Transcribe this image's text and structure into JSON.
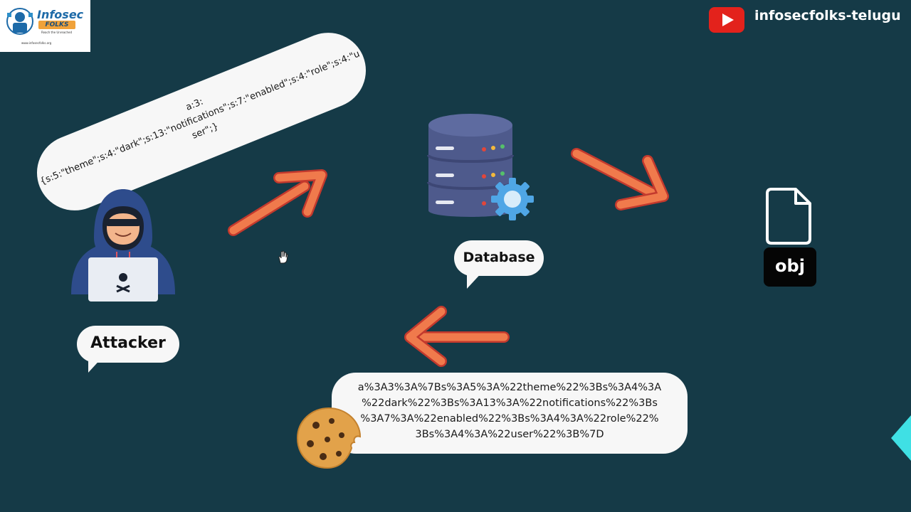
{
  "brand": {
    "logo_title": "Infosec",
    "logo_sub": "FOLKS",
    "logo_tagline": "Reach the Unreached",
    "logo_url": "www.infosecfolks.org",
    "channel_name": "infosecfolks-telugu"
  },
  "diagram": {
    "serialized_bubble": {
      "line1": "a:3:",
      "line2": "{s:5:\"theme\";s:4:\"dark\";s:13:\"notifications\";s:7:\"enabled\";s:4:\"role\";s:4:\"u",
      "line3": "ser\";}"
    },
    "attacker_label": "Attacker",
    "database_label": "Database",
    "file_label": "obj",
    "cookie_bubble": {
      "lines": [
        "a%3A3%3A%7Bs%3A5%3A%22theme%22%3Bs%3A4%3A",
        "%22dark%22%3Bs%3A13%3A%22notifications%22%3Bs",
        "%3A7%3A%22enabled%22%3Bs%3A4%3A%22role%22%",
        "3Bs%3A4%3A%22user%22%3B%7D"
      ]
    },
    "icons": [
      "hacker-icon",
      "database-icon",
      "gear-icon",
      "file-icon",
      "cookie-icon",
      "arrow-icon",
      "youtube-icon"
    ],
    "colors": {
      "background": "#153a47",
      "arrow": "#f07a4c",
      "bubble": "#f7f7f7",
      "database": "#4e5a8c",
      "gear": "#4fa6e6"
    }
  }
}
